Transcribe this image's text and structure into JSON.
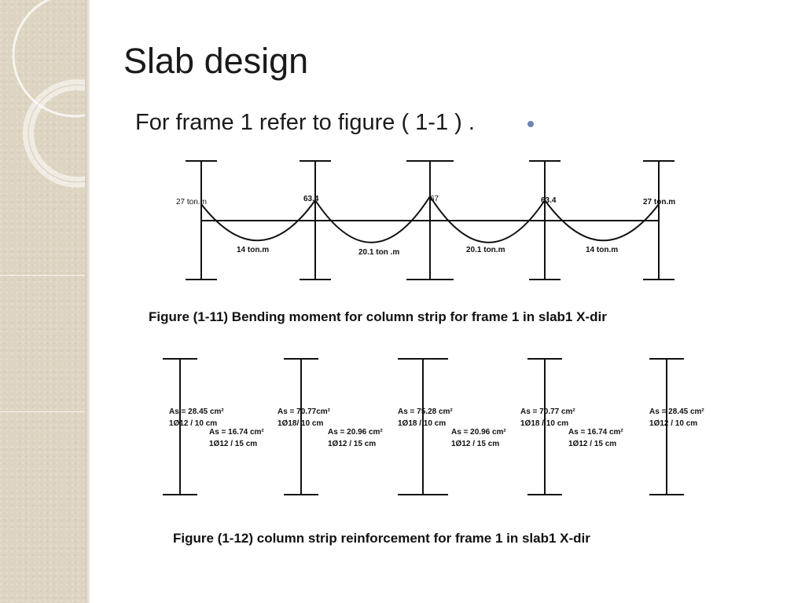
{
  "slide": {
    "title": "Slab design",
    "subtitle": "For frame 1 refer to figure ( 1-1 ) ."
  },
  "figure_11": {
    "support_moments": [
      "27 ton.m",
      "63.4",
      "67",
      "63.4",
      "27 ton.m"
    ],
    "span_moments": [
      "14 ton.m",
      "20.1  ton .m",
      "20.1 ton.m",
      "14  ton.m"
    ],
    "caption": "Figure (1-11) Bending moment for column strip for frame 1 in slab1  X-dir"
  },
  "figure_12": {
    "support_reinforcement": [
      {
        "area": "As = 28.45 cm²",
        "bars": "1Ø12 / 10 cm"
      },
      {
        "area": "As = 70.77cm²",
        "bars": "1Ø18/ 10 cm"
      },
      {
        "area": "As = 75.28 cm²",
        "bars": "1Ø18 / 10 cm"
      },
      {
        "area": "As = 70.77 cm²",
        "bars": "1Ø18 / 10 cm"
      },
      {
        "area": "As = 28.45 cm²",
        "bars": "1Ø12 / 10 cm"
      }
    ],
    "span_reinforcement": [
      {
        "area": "As = 16.74 cm²",
        "bars": "1Ø12 / 15 cm"
      },
      {
        "area": "As = 20.96 cm²",
        "bars": "1Ø12 / 15 cm"
      },
      {
        "area": "As = 20.96 cm²",
        "bars": "1Ø12 / 15 cm"
      },
      {
        "area": "As = 16.74 cm²",
        "bars": "1Ø12 / 15 cm"
      }
    ],
    "caption": "Figure (1-12) column strip reinforcement  for frame 1 in slab1  X-dir"
  }
}
